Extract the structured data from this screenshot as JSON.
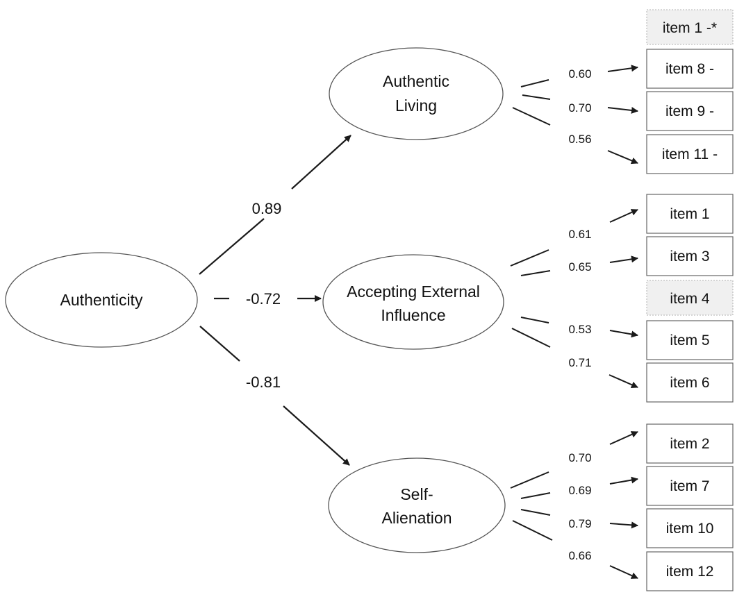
{
  "diagram": {
    "colors": {
      "stroke": "#1a1a1a",
      "ellipse_stroke": "#555555",
      "box_stroke": "#666666",
      "excluded_fill": "#f0f0f0",
      "excluded_stroke": "#b0b0b0",
      "text": "#111111"
    },
    "latent": {
      "authenticity": "Authenticity",
      "authentic_living": [
        "Authentic",
        "Living"
      ],
      "accepting_external_influence": [
        "Accepting External",
        "Influence"
      ],
      "self_alienation": [
        "Self-",
        "Alienation"
      ]
    },
    "paths": {
      "authentic_living": "0.89",
      "accepting_external_influence": "-0.72",
      "self_alienation": "-0.81"
    },
    "authentic_living_items": {
      "excluded": "item 1 -*",
      "items": [
        "item 8 -",
        "item 9 -",
        "item 11 -"
      ],
      "loadings": [
        "0.60",
        "0.70",
        "0.56"
      ]
    },
    "accepting_external_influence_items": {
      "items": [
        "item 1",
        "item 3",
        "item 4",
        "item 5",
        "item 6"
      ],
      "excluded_index": 2,
      "loadings": [
        "0.61",
        "0.65",
        "0.53",
        "0.71"
      ]
    },
    "self_alienation_items": {
      "items": [
        "item 2",
        "item 7",
        "item 10",
        "item 12"
      ],
      "loadings": [
        "0.70",
        "0.69",
        "0.79",
        "0.66"
      ]
    }
  }
}
